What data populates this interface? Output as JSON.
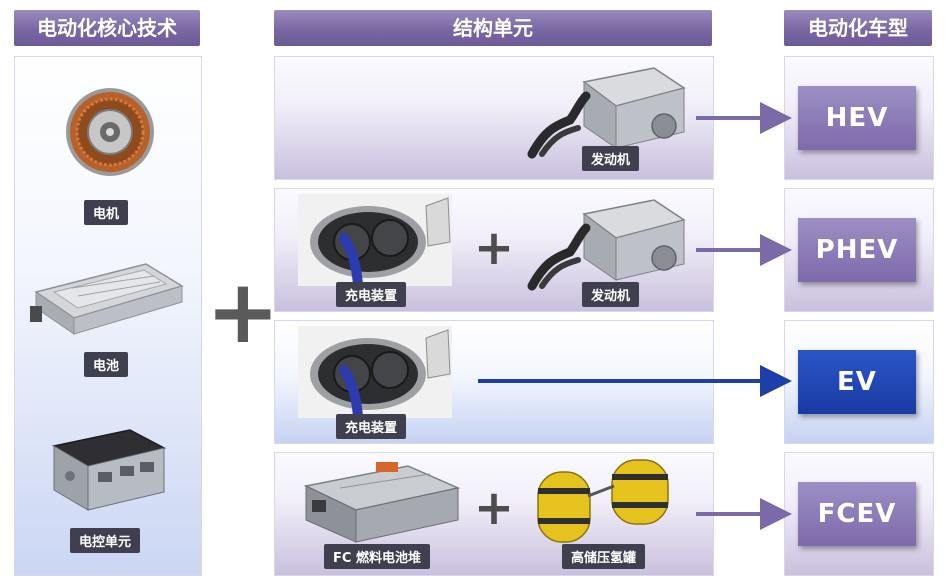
{
  "headers": {
    "core_tech": "电动化核心技术",
    "structure_unit": "结构单元",
    "vehicle_type": "电动化车型"
  },
  "core_components": [
    {
      "label": "电机"
    },
    {
      "label": "电池"
    },
    {
      "label": "电控单元"
    }
  ],
  "big_plus": "+",
  "rows": [
    {
      "units": [
        {
          "label": "发动机"
        }
      ],
      "vehicle": "HEV",
      "accent": "purple"
    },
    {
      "units": [
        {
          "label": "充电装置"
        },
        {
          "label": "发动机"
        }
      ],
      "plus": "+",
      "vehicle": "PHEV",
      "accent": "purple"
    },
    {
      "units": [
        {
          "label": "充电装置"
        }
      ],
      "vehicle": "EV",
      "accent": "blue"
    },
    {
      "units": [
        {
          "label": "FC 燃料电池堆"
        },
        {
          "label": "高储压氢罐"
        }
      ],
      "plus": "+",
      "vehicle": "FCEV",
      "accent": "purple"
    }
  ],
  "colors": {
    "header": "#7a68a4",
    "purple_box": "#8573b1",
    "blue_box": "#1f44b4",
    "arrow_purple": "#7b69a8",
    "arrow_blue": "#1d3fa8"
  }
}
